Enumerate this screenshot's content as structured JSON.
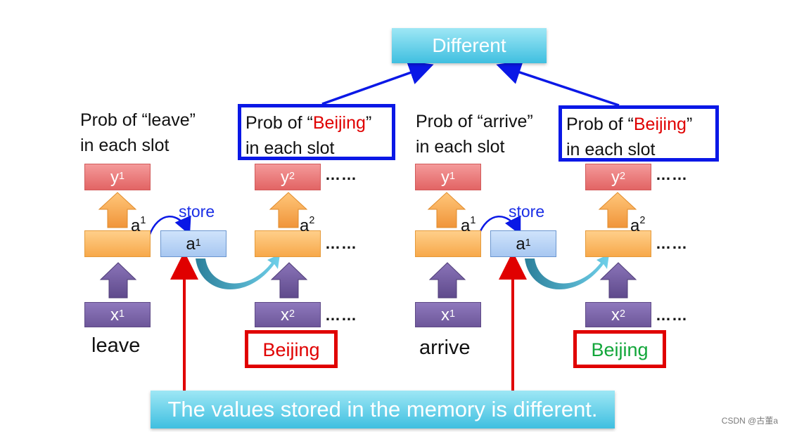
{
  "title_box": {
    "text": "Different"
  },
  "bottom_banner": {
    "text": "The values stored in the memory is different."
  },
  "left_panel": {
    "prob_leave": {
      "prefix": "Prob of “leave”",
      "line2": "in each slot"
    },
    "prob_beijing": {
      "prefix": "Prob of “",
      "word": "Beijing",
      "suffix": "”",
      "line2": "in each slot"
    },
    "word1": "leave",
    "word2": "Beijing"
  },
  "right_panel": {
    "prob_arrive": {
      "prefix": "Prob of “arrive”",
      "line2": "in each slot"
    },
    "prob_beijing": {
      "prefix": "Prob of “",
      "word": "Beijing",
      "suffix": "”",
      "line2": "in each slot"
    },
    "word1": "arrive",
    "word2": "Beijing"
  },
  "nodes": {
    "y": "y",
    "a": "a",
    "x": "x",
    "sup1": "1",
    "sup2": "2",
    "store": "store",
    "dots": "……"
  },
  "watermark": "CSDN @古董a",
  "colors": {
    "highlight_red": "#e00000",
    "highlight_green": "#12a63a",
    "frame_blue": "#0a18e6",
    "store_blue": "#1a2ee6"
  }
}
